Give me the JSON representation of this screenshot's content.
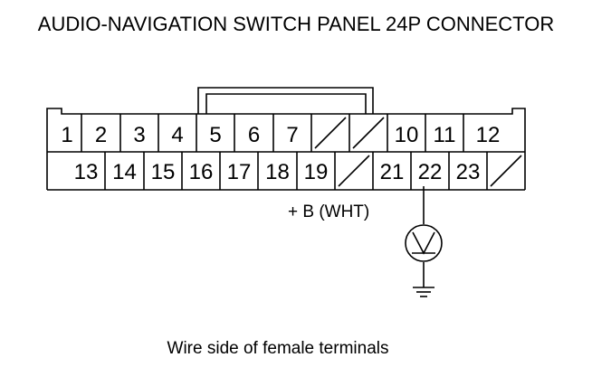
{
  "title": "AUDIO-NAVIGATION SWITCH PANEL 24P CONNECTOR",
  "caption": "Wire side of female terminals",
  "connector": {
    "top_row": [
      "1",
      "2",
      "3",
      "4",
      "5",
      "6",
      "7",
      "",
      "",
      "10",
      "11",
      "12"
    ],
    "bottom_row": [
      "13",
      "14",
      "15",
      "16",
      "17",
      "18",
      "19",
      "",
      "21",
      "22",
      "23",
      ""
    ]
  },
  "terminal_note": "+ B (WHT)",
  "meter_icon": "voltmeter-icon",
  "ground_icon": "ground-icon"
}
